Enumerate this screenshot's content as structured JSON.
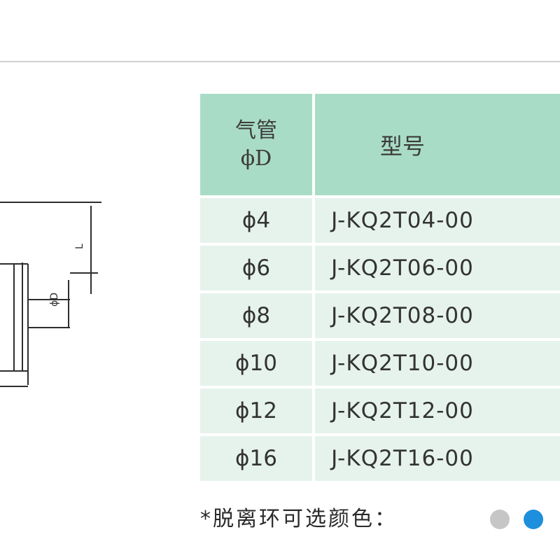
{
  "table": {
    "header": {
      "size_line1": "气管",
      "size_line2": "ϕD",
      "model": "型号"
    },
    "rows": [
      {
        "size": "ϕ4",
        "model": "J-KQ2T04-00"
      },
      {
        "size": "ϕ6",
        "model": "J-KQ2T06-00"
      },
      {
        "size": "ϕ8",
        "model": "J-KQ2T08-00"
      },
      {
        "size": "ϕ10",
        "model": "J-KQ2T10-00"
      },
      {
        "size": "ϕ12",
        "model": "J-KQ2T12-00"
      },
      {
        "size": "ϕ16",
        "model": "J-KQ2T16-00"
      }
    ]
  },
  "drawing": {
    "dim_L": "L",
    "dim_D": "ϕD"
  },
  "footer": {
    "note": "*脱离环可选颜色：",
    "swatches": [
      {
        "name": "gray",
        "color": "#c6c6c6"
      },
      {
        "name": "blue",
        "color": "#1e8fdc"
      }
    ]
  },
  "colors": {
    "header_bg": "#a9dcc6",
    "row_bg": "#e6f3ec"
  }
}
